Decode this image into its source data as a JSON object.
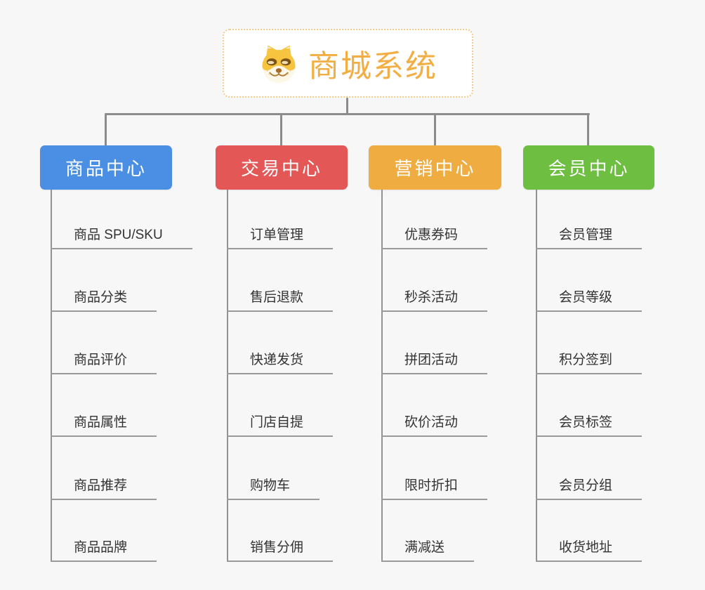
{
  "root": {
    "title": "商城系统",
    "icon": "shiba-dog-face"
  },
  "branches": [
    {
      "label": "商品中心",
      "color": "#4a8fe3",
      "items": [
        "商品 SPU/SKU",
        "商品分类",
        "商品评价",
        "商品属性",
        "商品推荐",
        "商品品牌"
      ]
    },
    {
      "label": "交易中心",
      "color": "#e35757",
      "items": [
        "订单管理",
        "售后退款",
        "快递发货",
        "门店自提",
        "购物车",
        "销售分佣"
      ]
    },
    {
      "label": "营销中心",
      "color": "#efac40",
      "items": [
        "优惠券码",
        "秒杀活动",
        "拼团活动",
        "砍价活动",
        "限时折扣",
        "满减送"
      ]
    },
    {
      "label": "会员中心",
      "color": "#6ebe41",
      "items": [
        "会员管理",
        "会员等级",
        "积分签到",
        "会员标签",
        "会员分组",
        "收货地址"
      ]
    }
  ],
  "colors": {
    "background": "#f7f7f7",
    "connector": "#8c8c8c",
    "leaf_line": "#9a9a9a",
    "leaf_text": "#333333",
    "root_text": "#f2ae44",
    "root_border": "#f5cc8a",
    "root_background": "#ffffff"
  }
}
